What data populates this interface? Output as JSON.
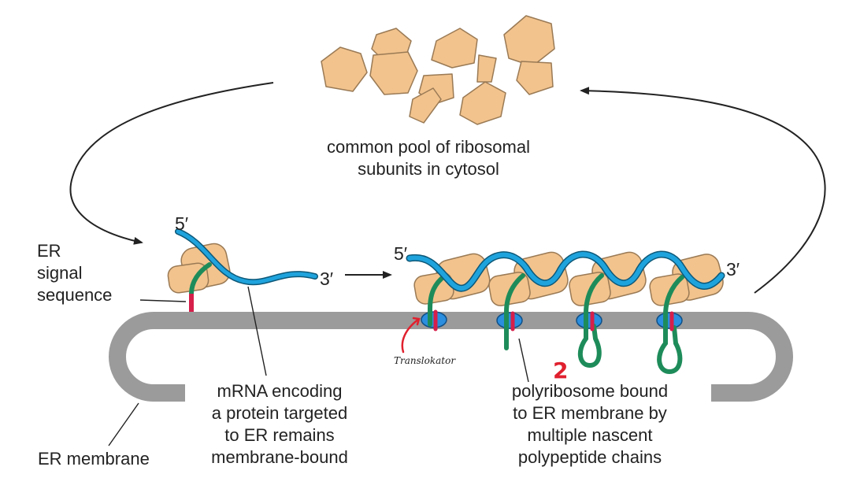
{
  "labels": {
    "pool_line1": "common pool of ribosomal",
    "pool_line2": "subunits in cytosol",
    "er_signal_line1": "ER",
    "er_signal_line2": "signal",
    "er_signal_line3": "sequence",
    "mrna_line1": "mRNA encoding",
    "mrna_line2": "a protein targeted",
    "mrna_line3": "to ER remains",
    "mrna_line4": "membrane-bound",
    "poly_line1": "polyribosome bound",
    "poly_line2": "to ER membrane by",
    "poly_line3": "multiple nascent",
    "poly_line4": "polypeptide chains",
    "er_membrane": "ER membrane",
    "left_5prime": "5′",
    "left_3prime": "3′",
    "right_5prime": "5′",
    "right_3prime": "3′",
    "handwritten_translocator": "Translokator",
    "handwritten_mark": "2"
  },
  "colors": {
    "ribosome_fill": "#f2c38d",
    "ribosome_stroke": "#9a7a55",
    "mrna": "#1fa3dd",
    "mrna_outline": "#0d5878",
    "membrane": "#9b9b9b",
    "polypeptide": "#1e8c5a",
    "signal_sequence": "#d61f4a",
    "translocon": "#2b8ede",
    "arrow": "#222222",
    "handwriting_red": "#e0202e"
  }
}
